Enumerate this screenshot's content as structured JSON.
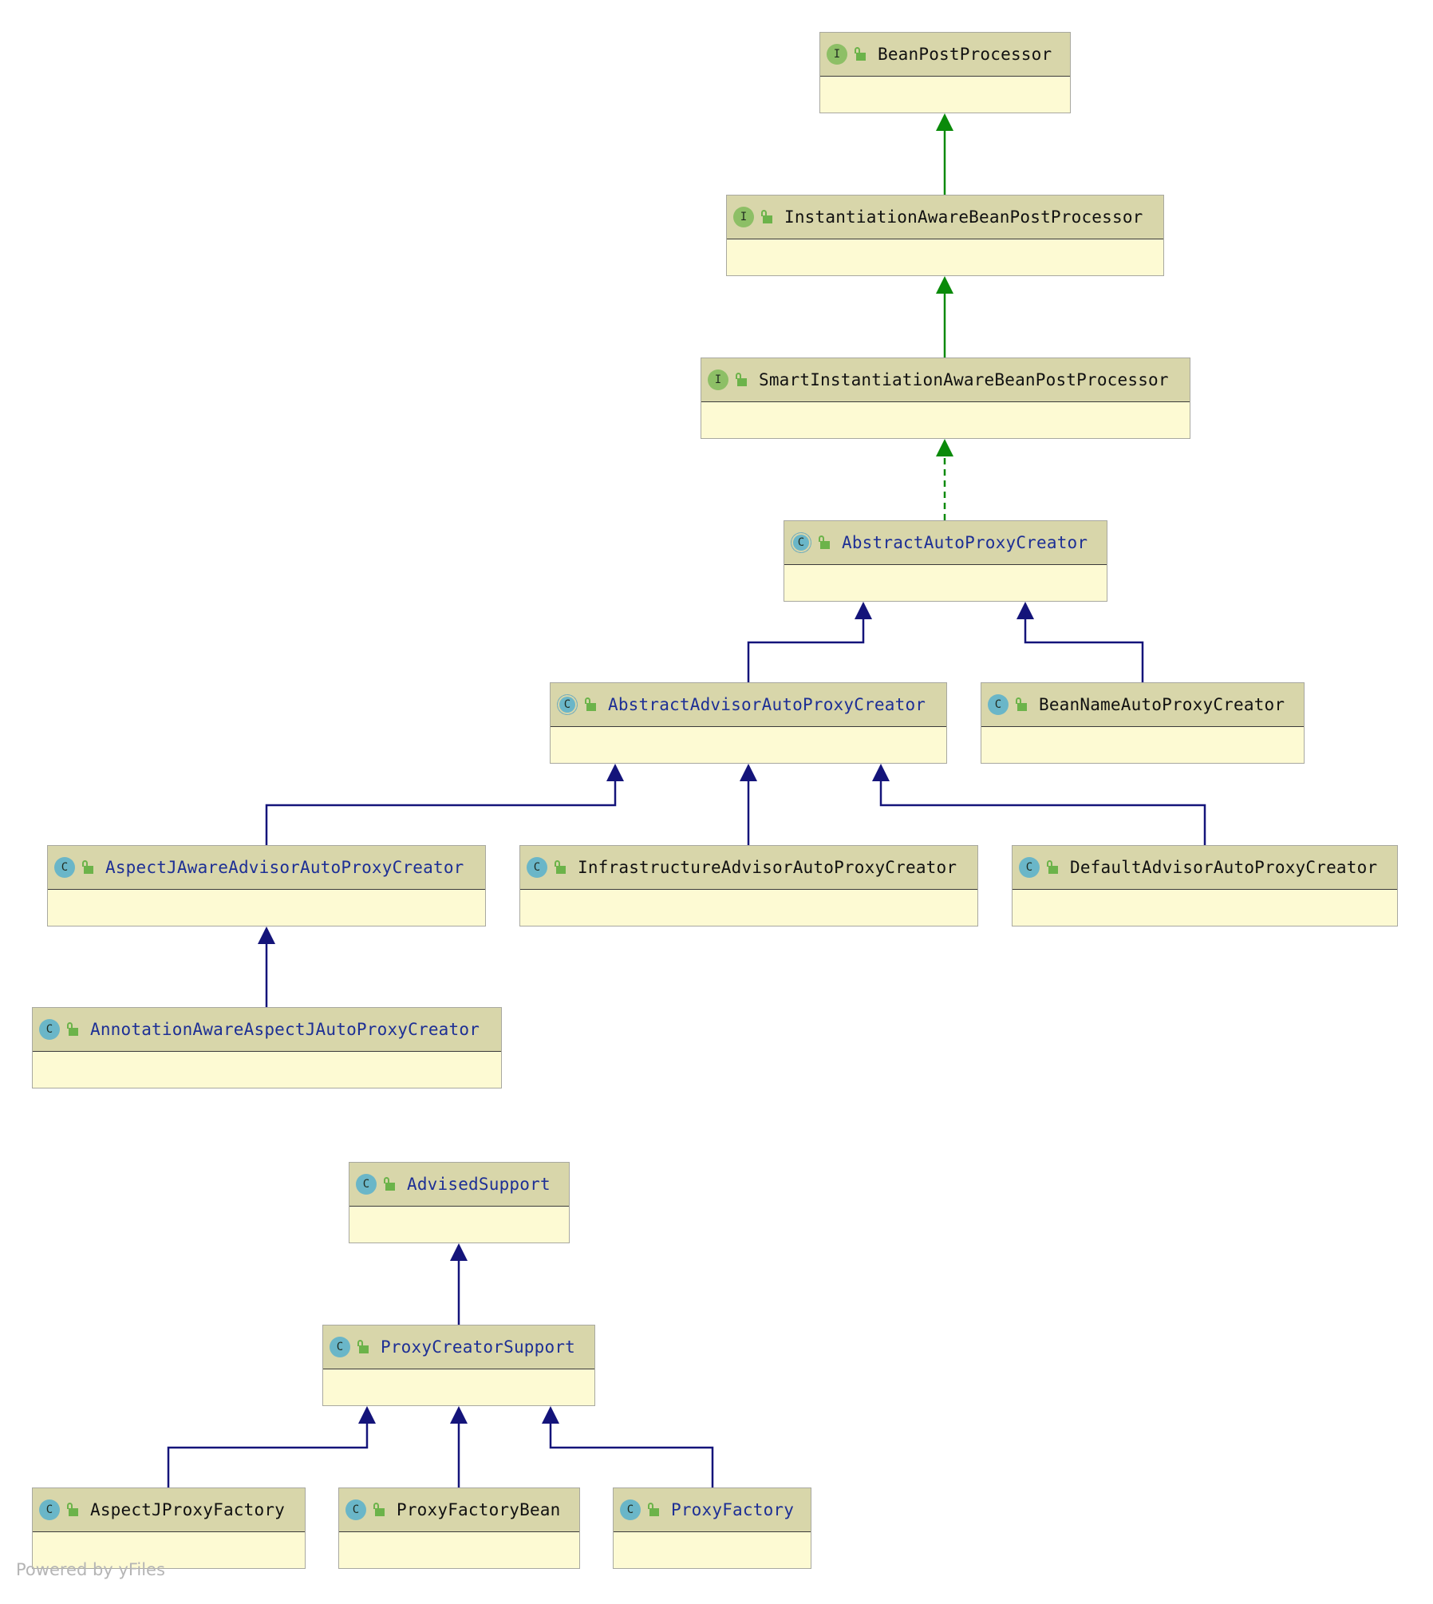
{
  "nodes": [
    {
      "id": "bpp",
      "kind": "interface",
      "badge": "I",
      "name": "BeanPostProcessor",
      "color": "black"
    },
    {
      "id": "iabpp",
      "kind": "interface",
      "badge": "I",
      "name": "InstantiationAwareBeanPostProcessor",
      "color": "black"
    },
    {
      "id": "siabpp",
      "kind": "interface",
      "badge": "I",
      "name": "SmartInstantiationAwareBeanPostProcessor",
      "color": "black"
    },
    {
      "id": "aapc",
      "kind": "abstract",
      "badge": "C",
      "name": "AbstractAutoProxyCreator",
      "color": "blue"
    },
    {
      "id": "aaapc",
      "kind": "abstract",
      "badge": "C",
      "name": "AbstractAdvisorAutoProxyCreator",
      "color": "blue"
    },
    {
      "id": "bnapc",
      "kind": "class",
      "badge": "C",
      "name": "BeanNameAutoProxyCreator",
      "color": "black"
    },
    {
      "id": "ajaaapc",
      "kind": "class",
      "badge": "C",
      "name": "AspectJAwareAdvisorAutoProxyCreator",
      "color": "blue"
    },
    {
      "id": "iaapc",
      "kind": "class",
      "badge": "C",
      "name": "InfrastructureAdvisorAutoProxyCreator",
      "color": "black"
    },
    {
      "id": "daapc",
      "kind": "class",
      "badge": "C",
      "name": "DefaultAdvisorAutoProxyCreator",
      "color": "black"
    },
    {
      "id": "aaajapc",
      "kind": "class",
      "badge": "C",
      "name": "AnnotationAwareAspectJAutoProxyCreator",
      "color": "blue"
    },
    {
      "id": "as",
      "kind": "class",
      "badge": "C",
      "name": "AdvisedSupport",
      "color": "blue"
    },
    {
      "id": "pcs",
      "kind": "class",
      "badge": "C",
      "name": "ProxyCreatorSupport",
      "color": "blue"
    },
    {
      "id": "ajpf",
      "kind": "class",
      "badge": "C",
      "name": "AspectJProxyFactory",
      "color": "black"
    },
    {
      "id": "pfb",
      "kind": "class",
      "badge": "C",
      "name": "ProxyFactoryBean",
      "color": "black"
    },
    {
      "id": "pf",
      "kind": "class",
      "badge": "C",
      "name": "ProxyFactory",
      "color": "blue"
    }
  ],
  "edges": [
    {
      "from": "iabpp",
      "to": "bpp",
      "type": "extends-interface"
    },
    {
      "from": "siabpp",
      "to": "iabpp",
      "type": "extends-interface"
    },
    {
      "from": "aapc",
      "to": "siabpp",
      "type": "implements"
    },
    {
      "from": "aaapc",
      "to": "aapc",
      "type": "extends"
    },
    {
      "from": "bnapc",
      "to": "aapc",
      "type": "extends"
    },
    {
      "from": "ajaaapc",
      "to": "aaapc",
      "type": "extends"
    },
    {
      "from": "iaapc",
      "to": "aaapc",
      "type": "extends"
    },
    {
      "from": "daapc",
      "to": "aaapc",
      "type": "extends"
    },
    {
      "from": "aaajapc",
      "to": "ajaaapc",
      "type": "extends"
    },
    {
      "from": "pcs",
      "to": "as",
      "type": "extends"
    },
    {
      "from": "ajpf",
      "to": "pcs",
      "type": "extends"
    },
    {
      "from": "pfb",
      "to": "pcs",
      "type": "extends"
    },
    {
      "from": "pf",
      "to": "pcs",
      "type": "extends"
    }
  ],
  "colors": {
    "interface_edge": "#0a8a0a",
    "class_edge": "#14147a",
    "node_header": "#d8d6aa",
    "node_body": "#fdfad3",
    "label_blue": "#1d2f95",
    "label_black": "#111111"
  },
  "watermark": "Powered by yFiles"
}
